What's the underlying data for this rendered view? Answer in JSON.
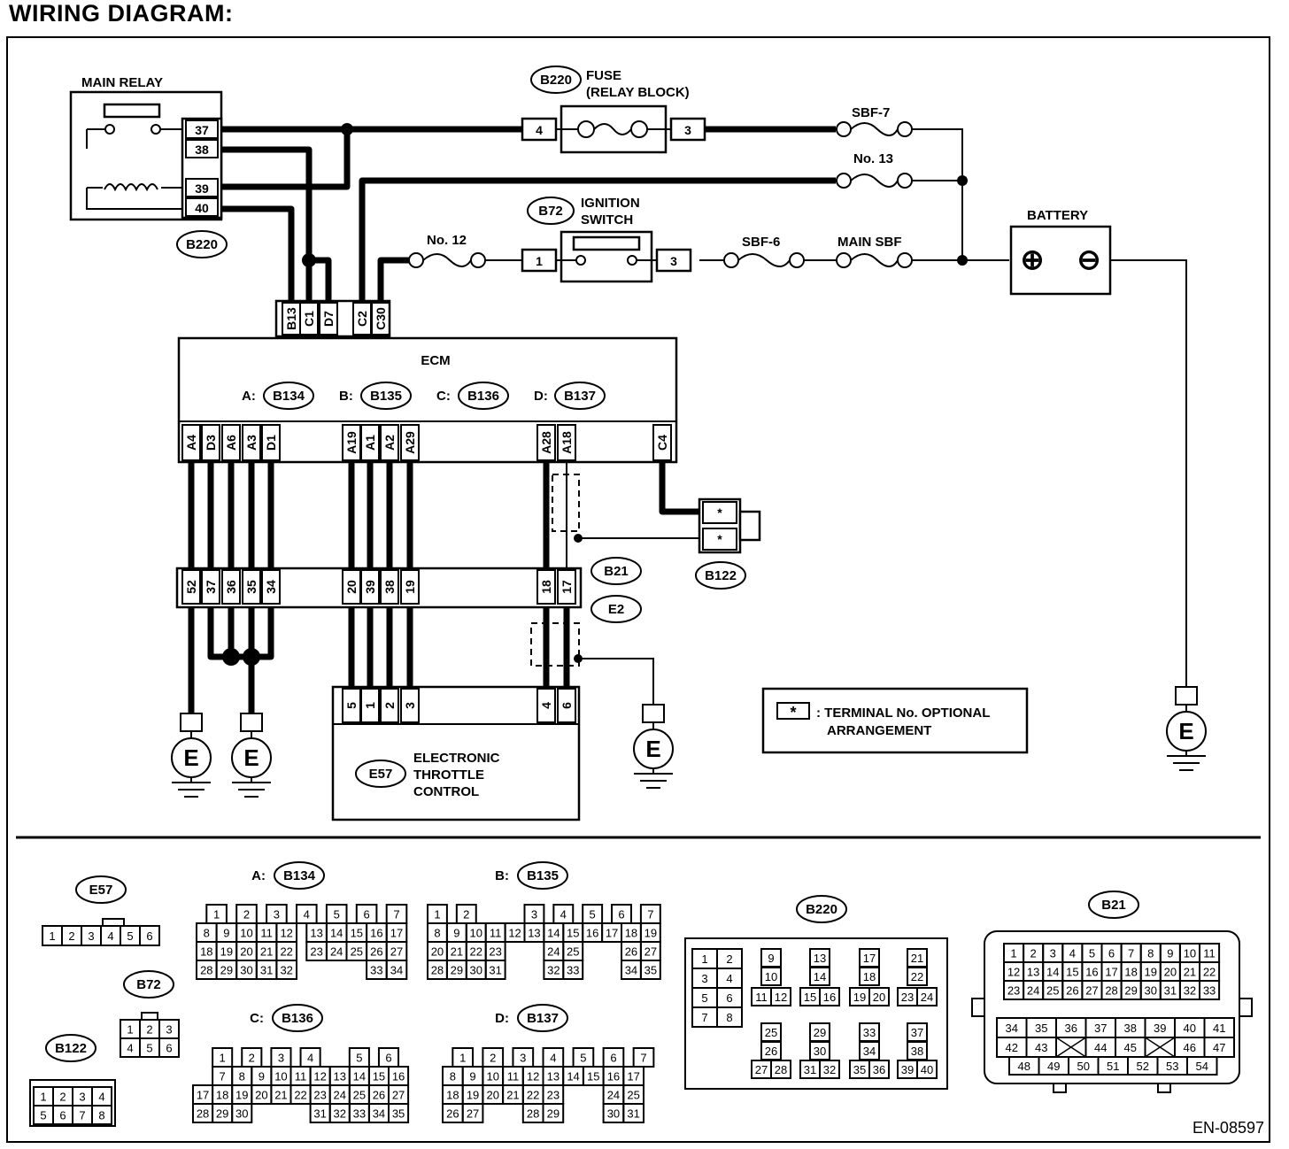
{
  "title": "WIRING DIAGRAM:",
  "doc_id": "EN-08597",
  "components": {
    "main_relay": {
      "label": "MAIN RELAY",
      "connector": "B220",
      "pins": [
        "37",
        "38",
        "39",
        "40"
      ]
    },
    "fuse_relay_block": {
      "connector": "B220",
      "label_line1": "FUSE",
      "label_line2": "(RELAY BLOCK)",
      "pin_in": "4",
      "pin_out": "3"
    },
    "sbf7": "SBF-7",
    "no13": "No. 13",
    "no12": "No. 12",
    "ignition_switch": {
      "connector": "B72",
      "label_line1": "IGNITION",
      "label_line2": "SWITCH",
      "pin_in": "1",
      "pin_out": "3"
    },
    "sbf6": "SBF-6",
    "main_sbf": "MAIN SBF",
    "battery": {
      "label": "BATTERY",
      "plus": "⊕",
      "minus": "⊖"
    },
    "ecm": {
      "label": "ECM",
      "connectors": [
        {
          "prefix": "A:",
          "code": "B134"
        },
        {
          "prefix": "B:",
          "code": "B135"
        },
        {
          "prefix": "C:",
          "code": "B136"
        },
        {
          "prefix": "D:",
          "code": "B137"
        }
      ],
      "top_pins": [
        "B13",
        "C1",
        "D7",
        "C2",
        "C30"
      ],
      "bottom_pins": [
        "A4",
        "D3",
        "A6",
        "A3",
        "D1",
        "A19",
        "A1",
        "A2",
        "A29",
        "A28",
        "A18",
        "C4"
      ]
    },
    "joint": {
      "codes": [
        "B21",
        "E2"
      ],
      "pins": [
        "52",
        "37",
        "36",
        "35",
        "34",
        "20",
        "39",
        "38",
        "19",
        "18",
        "17"
      ]
    },
    "b122": {
      "code": "B122",
      "pins": [
        "*",
        "*"
      ]
    },
    "throttle": {
      "code": "E57",
      "label_line1": "ELECTRONIC",
      "label_line2": "THROTTLE",
      "label_line3": "CONTROL",
      "pins": [
        "5",
        "1",
        "2",
        "3",
        "4",
        "6"
      ]
    },
    "ground": "E",
    "note": {
      "star": "*",
      "line1": ": TERMINAL No. OPTIONAL",
      "line2": "ARRANGEMENT"
    }
  },
  "connector_views": {
    "e57": {
      "code": "E57",
      "pins": [
        "1",
        "2",
        "3",
        "4",
        "5",
        "6"
      ]
    },
    "b72": {
      "code": "B72",
      "pins": [
        "1",
        "2",
        "3",
        "4",
        "5",
        "6"
      ]
    },
    "b122": {
      "code": "B122",
      "pins": [
        "1",
        "2",
        "3",
        "4",
        "5",
        "6",
        "7",
        "8"
      ]
    },
    "b134": {
      "prefix": "A:",
      "code": "B134",
      "rows": [
        [
          "1",
          "2",
          "3",
          "4",
          "5",
          "6",
          "7"
        ],
        [
          "8",
          "9",
          "10",
          "11",
          "12",
          "13",
          "14",
          "15",
          "16",
          "17"
        ],
        [
          "18",
          "19",
          "20",
          "21",
          "22",
          "23",
          "24",
          "25",
          "26",
          "27"
        ],
        [
          "28",
          "29",
          "30",
          "31",
          "32",
          "33",
          "34"
        ]
      ]
    },
    "b135": {
      "prefix": "B:",
      "code": "B135",
      "rows": [
        [
          "1",
          "2",
          "3",
          "4",
          "5",
          "6",
          "7"
        ],
        [
          "8",
          "9",
          "10",
          "11",
          "12",
          "13",
          "14",
          "15",
          "16",
          "17",
          "18",
          "19"
        ],
        [
          "20",
          "21",
          "22",
          "23",
          "24",
          "25",
          "26",
          "27"
        ],
        [
          "28",
          "29",
          "30",
          "31",
          "32",
          "33",
          "34",
          "35"
        ]
      ]
    },
    "b136": {
      "prefix": "C:",
      "code": "B136",
      "rows": [
        [
          "1",
          "2",
          "3",
          "4",
          "5",
          "6"
        ],
        [
          "7",
          "8",
          "9",
          "10",
          "11",
          "12",
          "13",
          "14",
          "15",
          "16"
        ],
        [
          "17",
          "18",
          "19",
          "20",
          "21",
          "22",
          "23",
          "24",
          "25",
          "26",
          "27"
        ],
        [
          "28",
          "29",
          "30",
          "31",
          "32",
          "33",
          "34",
          "35"
        ]
      ]
    },
    "b137": {
      "prefix": "D:",
      "code": "B137",
      "rows": [
        [
          "1",
          "2",
          "3",
          "4",
          "5",
          "6",
          "7"
        ],
        [
          "8",
          "9",
          "10",
          "11",
          "12",
          "13",
          "14",
          "15",
          "16",
          "17"
        ],
        [
          "18",
          "19",
          "20",
          "21",
          "22",
          "23",
          "24",
          "25"
        ],
        [
          "26",
          "27",
          "28",
          "29",
          "30",
          "31"
        ]
      ]
    },
    "b220": {
      "code": "B220",
      "pins": [
        "1",
        "2",
        "3",
        "4",
        "5",
        "6",
        "7",
        "8",
        "9",
        "10",
        "11",
        "12",
        "13",
        "14",
        "15",
        "16",
        "17",
        "18",
        "19",
        "20",
        "21",
        "22",
        "23",
        "24",
        "25",
        "26",
        "27",
        "28",
        "29",
        "30",
        "31",
        "32",
        "33",
        "34",
        "35",
        "36",
        "37",
        "38",
        "39",
        "40"
      ]
    },
    "b21": {
      "code": "B21",
      "rows": [
        [
          "1",
          "2",
          "3",
          "4",
          "5",
          "6",
          "7",
          "8",
          "9",
          "10",
          "11"
        ],
        [
          "12",
          "13",
          "14",
          "15",
          "16",
          "17",
          "18",
          "19",
          "20",
          "21",
          "22"
        ],
        [
          "23",
          "24",
          "25",
          "26",
          "27",
          "28",
          "29",
          "30",
          "31",
          "32",
          "33"
        ],
        [
          "34",
          "35",
          "36",
          "37",
          "38",
          "39",
          "40",
          "41"
        ],
        [
          "42",
          "43",
          "44",
          "45",
          "46",
          "47"
        ],
        [
          "48",
          "49",
          "50",
          "51",
          "52",
          "53",
          "54"
        ]
      ]
    }
  }
}
